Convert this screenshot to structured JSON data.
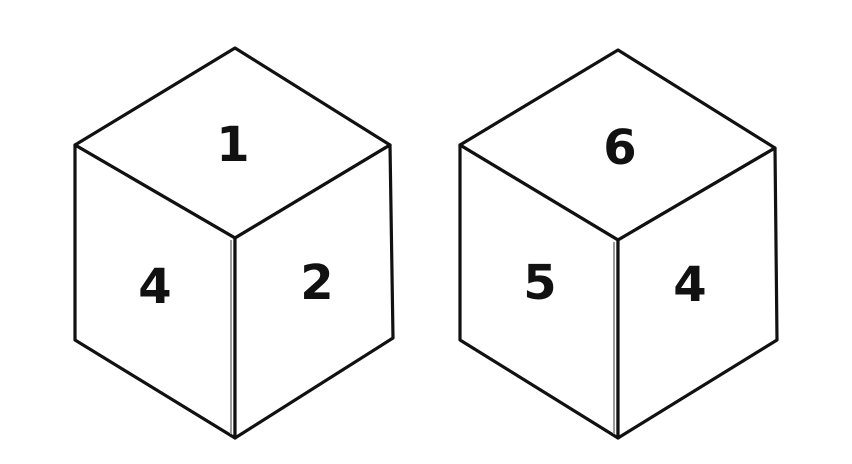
{
  "dice": [
    {
      "top": "1",
      "left": "4",
      "right": "2"
    },
    {
      "top": "6",
      "left": "5",
      "right": "4"
    }
  ],
  "colors": {
    "background": "#ffffff",
    "outline": "#111111",
    "text": "#111111"
  }
}
